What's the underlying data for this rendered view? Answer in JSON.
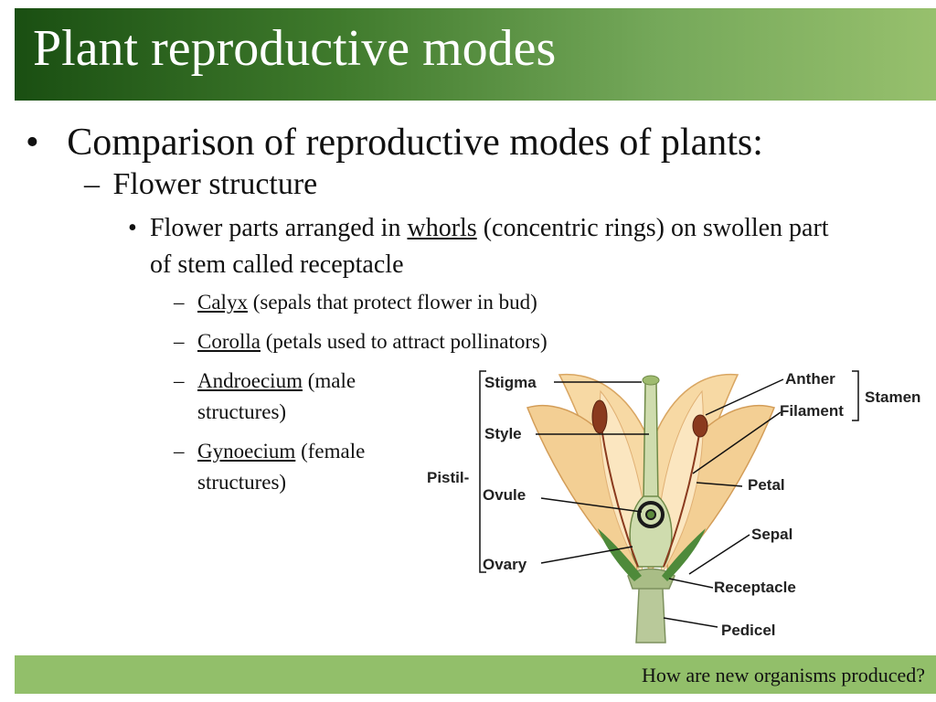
{
  "slide": {
    "title": "Plant reproductive modes",
    "bullet1": "Comparison of reproductive modes of plants:",
    "sub1": "Flower structure",
    "sub2": {
      "pre": "Flower parts arranged in ",
      "term": "whorls",
      "post": " (concentric rings) on swollen part of stem called receptacle"
    },
    "items": [
      {
        "term": "Calyx",
        "desc": " (sepals that protect flower in bud)"
      },
      {
        "term": "Corolla",
        "desc": " (petals used to attract pollinators)"
      },
      {
        "term": "Androecium",
        "desc": " (male structures)"
      },
      {
        "term": "Gynoecium",
        "desc": " (female structures)"
      }
    ],
    "bullet_glyph": "•",
    "dash_glyph": "–"
  },
  "diagram": {
    "labels": {
      "stigma": "Stigma",
      "style": "Style",
      "pistil": "Pistil-",
      "ovule": "Ovule",
      "ovary": "Ovary",
      "anther": "Anther",
      "filament": "Filament",
      "stamen": "Stamen",
      "petal": "Petal",
      "sepal": "Sepal",
      "receptacle": "Receptacle",
      "pedicel": "Pedicel"
    },
    "colors": {
      "petal": "#f7d9a4",
      "petal_dark": "#e9b978",
      "stem": "#b9c99a",
      "sepal": "#4e8a3a",
      "anther": "#8a3a1e"
    }
  },
  "footer": {
    "text": "How are new organisms produced?"
  }
}
